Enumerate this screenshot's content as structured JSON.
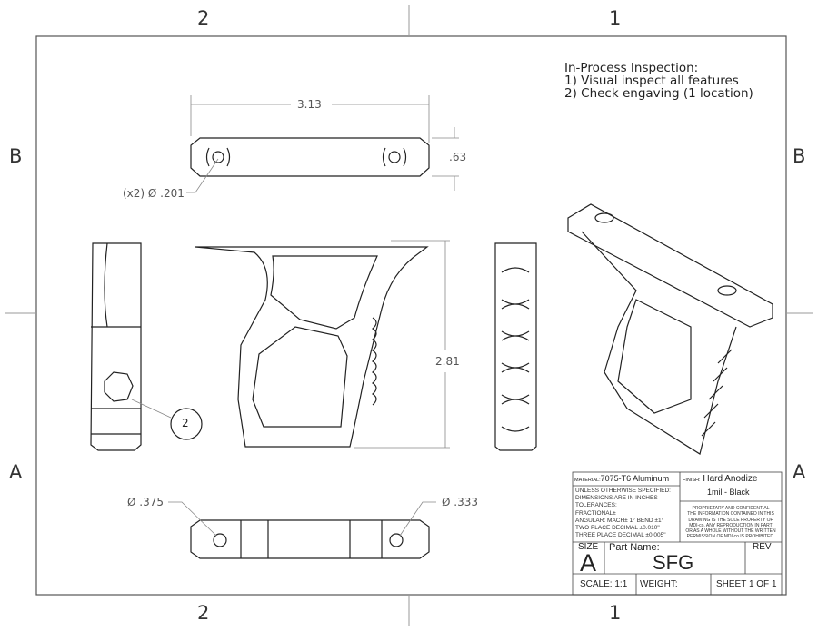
{
  "zones": {
    "top_left": "2",
    "top_right": "1",
    "bottom_left": "2",
    "bottom_right": "1",
    "left_top": "B",
    "left_bottom": "A",
    "right_top": "B",
    "right_bottom": "A"
  },
  "notes": {
    "title": "In-Process Inspection:",
    "items": [
      "1) Visual inspect all features",
      "2) Check engaving (1 location)"
    ]
  },
  "dimensions": {
    "top_width": "3.13",
    "top_height": ".63",
    "hole_callout": "(x2) Ø .201",
    "height": "2.81",
    "hole_left": "Ø .375",
    "hole_right": "Ø .333"
  },
  "balloon": "2",
  "title_block": {
    "material_label": "MATERIAL:",
    "material": "7075-T6 Aluminum",
    "finish_label": "FINISH:",
    "finish": "Hard Anodize",
    "finish2": "1mil - Black",
    "tolerances": [
      "UNLESS OTHERWISE SPECIFIED:",
      "DIMENSIONS ARE IN INCHES",
      "TOLERANCES:",
      "FRACTIONAL±",
      "ANGULAR: MACH± 1°   BEND ±1°",
      "TWO PLACE DECIMAL    ±0.010\"",
      "THREE PLACE DECIMAL  ±0.005\""
    ],
    "proprietary": [
      "PROPRIETARY AND CONFIDENTIAL",
      "THE INFORMATION CONTAINED IN THIS",
      "DRAWING IS THE SOLE PROPERTY OF",
      "MDI-co.  ANY REPRODUCTION IN PART",
      "OR AS A WHOLE WITHOUT THE WRITTEN",
      "PERMISSION OF MDI-co IS PROHIBITED."
    ],
    "size_label": "SIZE",
    "size": "A",
    "part_name_label": "Part Name:",
    "part_name": "SFG",
    "rev_label": "REV",
    "scale": "SCALE: 1:1",
    "weight": "WEIGHT:",
    "sheet": "SHEET 1 OF 1"
  }
}
